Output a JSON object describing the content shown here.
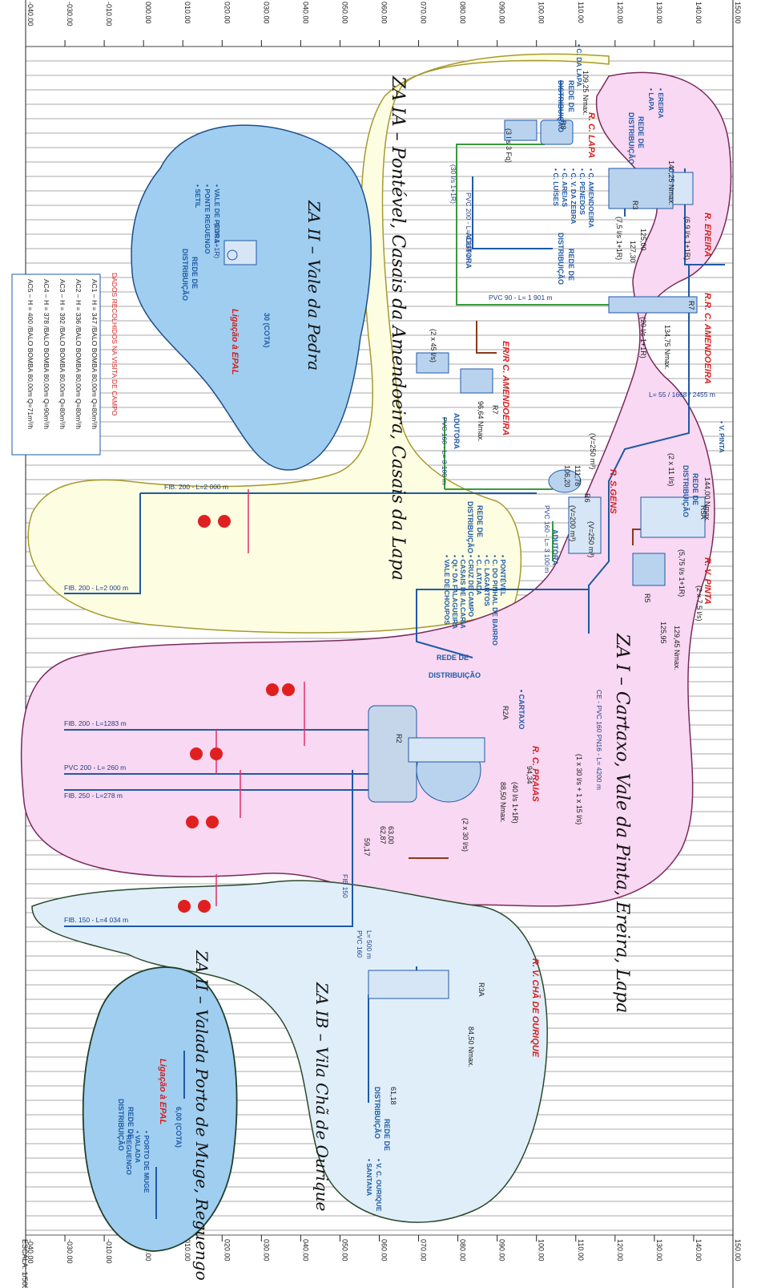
{
  "axis": {
    "left_ticks": [
      "-040.00",
      "-030.00",
      "-010.00",
      "000.00",
      "010.00",
      "020.00",
      "030.00",
      "040.00",
      "050.00",
      "060.00",
      "070.00",
      "080.00",
      "090.00",
      "100.00",
      "110.00",
      "120.00",
      "130.00",
      "140.00",
      "150.00"
    ],
    "right_ticks": [
      "-040.00",
      "-030.00",
      "-010.00",
      "000.00",
      "010.00",
      "020.00",
      "030.00",
      "040.00",
      "050.00",
      "060.00",
      "070.00",
      "080.00",
      "090.00",
      "100.00",
      "110.00",
      "120.00",
      "130.00",
      "140.00",
      "150.00"
    ],
    "scale": "ESCALA: 1/500"
  },
  "zones": {
    "za_ia": "ZA IA – Pontével, Casais da Amendoeira, Casais da Lapa",
    "za_ii_pedra": "ZA II – Vale da Pedra",
    "za_i": "ZA I – Cartaxo, Vale da Pinta, Ereira, Lapa",
    "za_ib": "ZA IB – Vila Chã de Ourique",
    "za_ii_valada": "ZA II – Valada Porto de Muge, Reguengo"
  },
  "reservoirs": {
    "ereira": {
      "name": "R. EREIRA",
      "code": "R3",
      "level": "140,25 Nmax.",
      "levels2": "125,00",
      "levels3": "127,30",
      "flow": "(6,9 l/s 1+1R)",
      "flow2": "(7,5 l/s 1+1R)"
    },
    "rr_amendoeira": {
      "name": "R.R. C. AMENDOEIRA",
      "code": "R7",
      "level": "134,75 Nmax.",
      "flow": "(20 l/s 1+1R)"
    },
    "lapa": {
      "name": "R. C. LAPA",
      "code": "R8",
      "level": "109,25 Nmax.",
      "flow": "(3 l s 3 Fq)"
    },
    "er_amendoeira": {
      "name": "ER/R C. AMENDOEIRA",
      "code": "R7",
      "level": "96,64 Nmax.",
      "flow": "(2 x 45 l/s)"
    },
    "sgens": {
      "name": "R. S.GENS",
      "code": "R6",
      "vol1": "(V=250 m³)",
      "vol2": "(V=200 m³)",
      "vol3": "(V=250 m³)",
      "level1": "111,78",
      "level2": "106,20"
    },
    "pinta": {
      "name": "R. V. PINTA",
      "code": "R5",
      "code2": "R5A",
      "level": "129,45 Nmax.",
      "level2": "125,95",
      "level3": "144,00 Nmax.",
      "flow": "(5,75 l/s 1+1R)",
      "flow2": "(2 x 7,5 l/s)",
      "flow3": "(2 x 11 l/s)"
    },
    "praias": {
      "name": "R. C. PRAIAS",
      "code": "R2",
      "code2": "R2A",
      "level": "94,34",
      "level2": "88,50 Nmax.",
      "level3": "63,00",
      "level4": "62,87",
      "level5": "59,17",
      "flow": "(40 l/s 1+1R)",
      "flow2": "(2 x 30 l/s)",
      "flow3": "(1 x 30 l/s + 1 x 15 l/s)"
    },
    "ourique": {
      "name": "R. V. CHÃ DE OURIQUE",
      "code": "R3A",
      "level": "84,50 Nmax.",
      "level2": "61,18"
    }
  },
  "labels": {
    "rede": "REDE DE",
    "distribuicao": "DISTRIBUIÇÃO",
    "adutora": "ADUTORA",
    "cota30": "30 (COTA)",
    "cota6": "6,00 (COTA)",
    "ligacao": "Ligação à EPAL",
    "cartaxo": "• CARTAXO",
    "pedra_list": [
      "VALE DE PEDRA",
      "PONTE REGUENGO",
      "SETIL"
    ],
    "lapa_list": [
      "C. DA LAPA"
    ],
    "ereira_list": [
      "EREIRA",
      "LAPA"
    ],
    "amendoeira_list": [
      "C. AMENDOEIRA",
      "C. PENEDOS",
      "C. V. DA ZEBRA",
      "C. AREIAS",
      "C. LUÍSES"
    ],
    "pinta_list": [
      "V. PINTA"
    ],
    "sgens_list": [
      "PONTÉVEL",
      "C. DO PINHAL DE BAIRRO",
      "C. LAGARTOS",
      "C. LATADA",
      "CRUZ DE CAMPO",
      "CASAIS DE ALCARIA",
      "Qt.ª DA FALAGUEIRA",
      "VALE DE CHOUPOS"
    ],
    "ourique_list": [
      "V. C. OURIQUE",
      "SANTANA"
    ],
    "valada_list": [
      "PORTO DE MUGE",
      "VALADA",
      "REGUENGO"
    ]
  },
  "pipes": {
    "p1": "PVC 200 - L= 4 259 m",
    "p2": "PVC 90 - L= 1 901 m",
    "p3": "PVC 160 - L= 3 100 m",
    "p4": "PVC 160 - L= 3 100 m",
    "p5": "L= 55 / 1668 / 2455 m",
    "p6": "CE - PVC 160 PN16 - L= 4200 m",
    "p7": "FIB. 200 - L=2 000 m",
    "p8": "FIB. 200 - L=2 000 m",
    "p9": "FIB. 200 - L=1283 m",
    "p10": "PVC 200 - L= 260 m",
    "p11": "FIB. 250 - L=278 m",
    "p12": "FIB. 150 - L=4 034 m",
    "p13": "L= 500 m",
    "p14": "PVC 160",
    "p15": "FIB 150",
    "f1": "(30 l/s 1+1R)",
    "f2": "(2 l/s 1+1R)"
  },
  "legend": {
    "title": "DADOS RECOLHIDOS NA VISITA DE CAMPO",
    "rows": [
      "AC1  –  H  =  347  /BALO  BOMBA  80,00m  Q=80m³/h",
      "AC2  –  H  =  336  /BALO  BOMBA  80,00m  Q=80m³/h",
      "AC3  –  H  =  392  /BALO  BOMBA  80,00m  Q=80m³/h",
      "AC4  –  H  =  378  /BALO  BOMBA  80,00m  Q=90m³/h",
      "AC5  –  H  =  400  /BALO  BOMBA  80,00m  Q=71m³/h"
    ]
  },
  "colors": {
    "za_ia": "#fdfde2",
    "za_i": "#f8d8f2",
    "za_ib": "#dfeef9",
    "za_ii": "#9fcef0",
    "blue_pipe": "#1f5aa6",
    "green_pipe": "#3a9a3a",
    "brown_pipe": "#8a3a1a",
    "red": "#e02020",
    "title_red": "#d81e1e"
  }
}
